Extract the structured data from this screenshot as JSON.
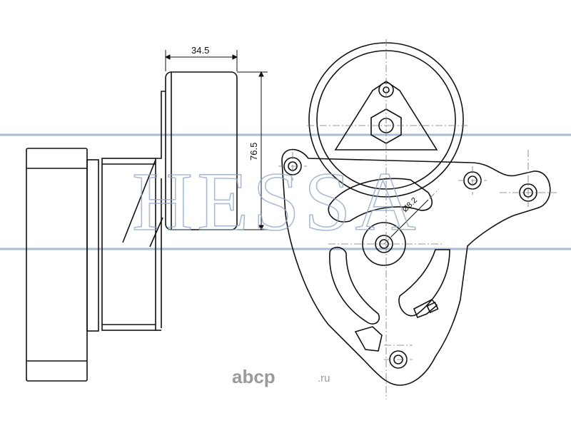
{
  "dimensions": {
    "width_label": "34.5",
    "height_label": "76.5",
    "hole_label": "Ø8.2"
  },
  "watermark": {
    "brand": "HESSA",
    "color": "#8fa6c4"
  },
  "site_logo": {
    "name": "abcp",
    "suffix": ".ru",
    "color": "#9a9a9a"
  },
  "colors": {
    "line": "#111111",
    "centerline": "#777777",
    "band": "#a9bcd6"
  }
}
